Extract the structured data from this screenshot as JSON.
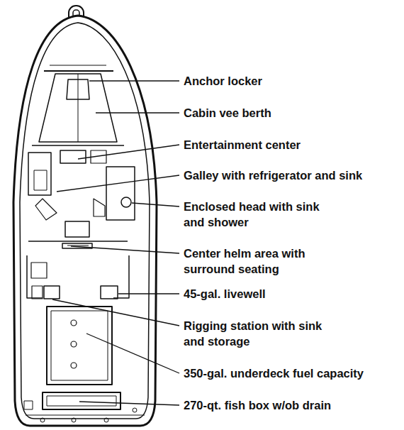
{
  "diagram": {
    "labels": [
      "Anchor locker",
      "Cabin vee berth",
      "Entertainment center",
      "Galley with refrigerator and sink",
      "Enclosed head with sink and shower",
      "Center helm area with surround seating",
      "45-gal. livewell",
      "Rigging station with sink and storage",
      "350-gal. underdeck fuel capacity",
      "270-qt. fish box w/ob drain"
    ]
  }
}
